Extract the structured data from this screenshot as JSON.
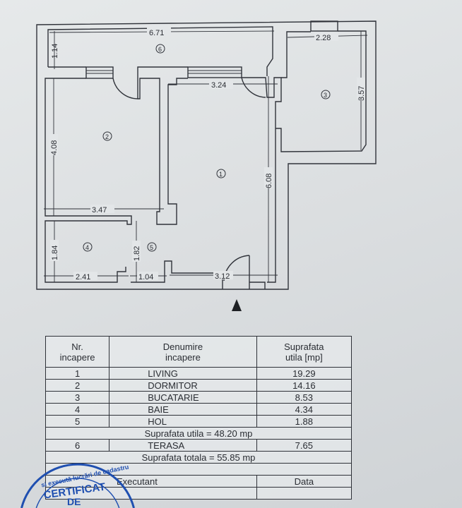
{
  "plan": {
    "dimensions": {
      "terrace_length": "6.71",
      "terrace_width": "1.14",
      "kitchen_width": "2.28",
      "kitchen_length": "3.57",
      "living_width": "3.24",
      "living_length": "6.08",
      "bedroom_length": "4.08",
      "bedroom_width": "3.47",
      "bath_height": "1.84",
      "bath_width": "2.41",
      "hall_height": "1.82",
      "hall_width": "1.04",
      "entrance_width": "3.12"
    },
    "room_labels": [
      "1",
      "2",
      "3",
      "4",
      "5",
      "6"
    ]
  },
  "table": {
    "headers": [
      "Nr. incapere",
      "Denumire incapere",
      "Suprafata utila [mp]"
    ],
    "header_lines": [
      [
        "Nr.",
        "incapere"
      ],
      [
        "Denumire",
        "incapere"
      ],
      [
        "Suprafata",
        "utila [mp]"
      ]
    ],
    "rows": [
      {
        "nr": "1",
        "name": "LIVING",
        "area": "19.29"
      },
      {
        "nr": "2",
        "name": "DORMITOR",
        "area": "14.16"
      },
      {
        "nr": "3",
        "name": "BUCATARIE",
        "area": "8.53"
      },
      {
        "nr": "4",
        "name": "BAIE",
        "area": "4.34"
      },
      {
        "nr": "5",
        "name": "HOL",
        "area": "1.88"
      }
    ],
    "useful_total": "Suprafata utila = 48.20 mp",
    "terrace": {
      "nr": "6",
      "name": "TERASA",
      "area": "7.65"
    },
    "grand_total": "Suprafata totala = 55.85 mp",
    "executant_label": "Executant",
    "date_label": "Data"
  },
  "stamp": {
    "arc_text": "...si execută lucrări de cadastru geo...",
    "center_text": "CERTIFICAT",
    "line2": "DE"
  },
  "colors": {
    "ink": "#2a2d33",
    "stamp": "#1f4fb0"
  }
}
